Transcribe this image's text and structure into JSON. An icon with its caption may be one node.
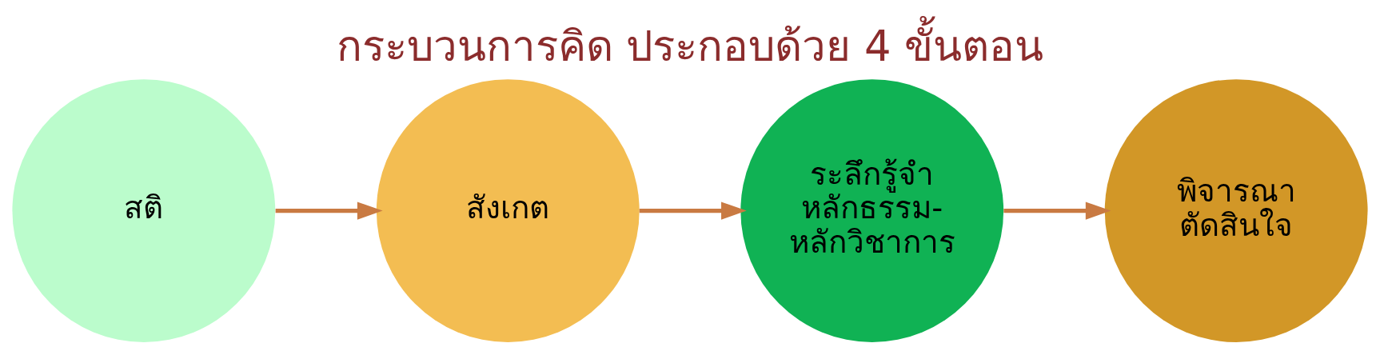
{
  "diagram": {
    "title": "กระบวนการคิด ประกอบด้วย 4 ขั้นตอน",
    "nodes": [
      {
        "text": [
          "สติ"
        ]
      },
      {
        "text": [
          "สังเกต"
        ]
      },
      {
        "text": [
          "ระลึกรู้จำ หลักธรรม-หลักวิชาการ"
        ]
      },
      {
        "text": [
          "พิจารณา ตัดสินใจ"
        ]
      }
    ],
    "edges": [
      {
        "from": 0,
        "to": 1,
        "arrow": "to"
      },
      {
        "from": 1,
        "to": 2,
        "arrow": "to"
      },
      {
        "from": 2,
        "to": 3,
        "arrow": "to"
      }
    ]
  }
}
